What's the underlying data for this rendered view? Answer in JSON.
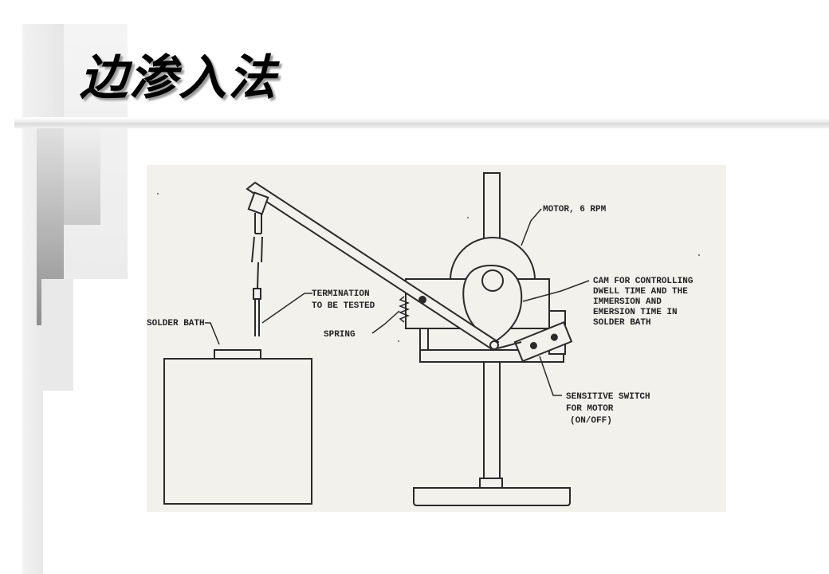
{
  "slide": {
    "title": "边渗入法"
  },
  "diagram": {
    "labels": {
      "motor": "MOTOR, 6 RPM",
      "cam": [
        "CAM FOR CONTROLLING",
        "DWELL TIME AND THE",
        "IMMERSION AND",
        "EMERSION TIME IN",
        "SOLDER BATH"
      ],
      "termination": [
        "TERMINATION",
        "TO BE TESTED"
      ],
      "spring": "SPRING",
      "solder_bath": "SOLDER BATH",
      "switch": [
        "SENSITIVE SWITCH",
        "FOR MOTOR",
        "(ON/OFF)"
      ]
    }
  }
}
